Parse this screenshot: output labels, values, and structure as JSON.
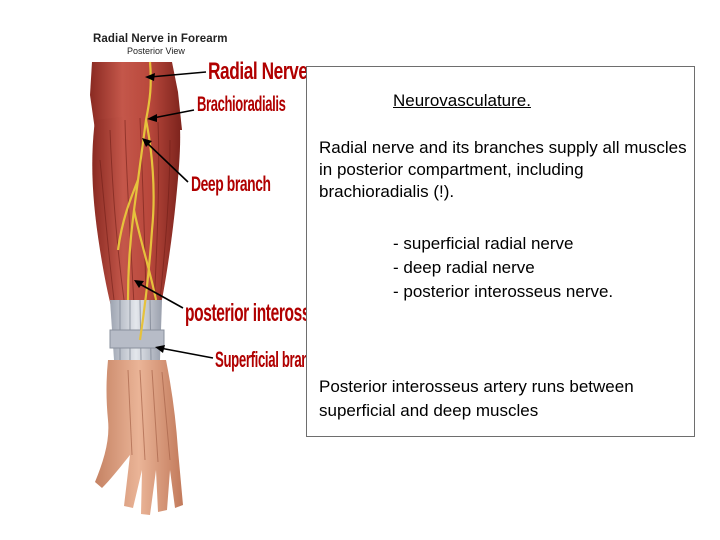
{
  "illustration": {
    "title": "Radial Nerve in Forearm",
    "subtitle": "Posterior View"
  },
  "callouts": {
    "radial_nerve": "Radial Nerve",
    "brachioradialis": "Brachioradialis",
    "deep_branch": "Deep branch",
    "posterior_interosseus_branch": "posterior interosseus branch",
    "superficial_branch": "Superficial branch"
  },
  "textbox": {
    "title": "Neurovasculature.",
    "paragraph": "Radial nerve and its branches supply all muscles in posterior compartment, including brachioradialis (!).",
    "list": [
      "- superficial radial nerve",
      "- deep radial nerve",
      "- posterior interosseus nerve."
    ],
    "artery_note": "Posterior interosseus artery runs between superficial and deep muscles"
  },
  "colors": {
    "callout_text": "#b00000",
    "muscle": "#b4493a",
    "tendon": "#c9cdd6",
    "nerve": "#e2c23e",
    "skin": "#e0a98b"
  }
}
